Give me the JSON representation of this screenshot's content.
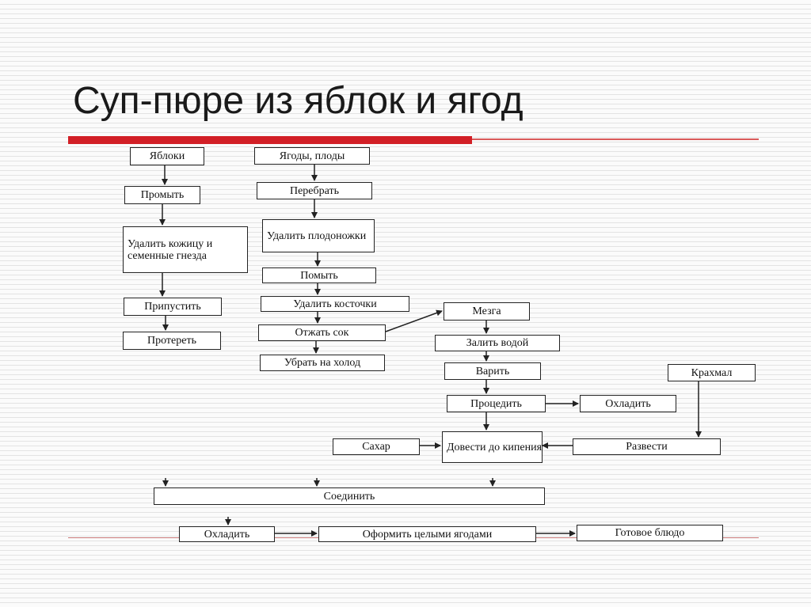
{
  "slide": {
    "title": "Суп-пюре из яблок и ягод"
  },
  "diagram": {
    "apples": "Яблоки",
    "wash_apples": "Промыть",
    "remove_skin": "Удалить кожицу и семенные гнезда",
    "poach": "Припустить",
    "rub": "Протереть",
    "berries": "Ягоды, плоды",
    "sort": "Перебрать",
    "remove_stems": "Удалить плодоножки",
    "wash_berries": "Помыть",
    "remove_pits": "Удалить косточки",
    "squeeze_juice": "Отжать сок",
    "chill": "Убрать на холод",
    "pulp": "Мезга",
    "add_water": "Залить водой",
    "boil": "Варить",
    "strain": "Процедить",
    "cool": "Охладить",
    "starch": "Крахмал",
    "dilute": "Развести",
    "sugar": "Сахар",
    "bring_to_boil": "Довести до кипения",
    "combine": "Соединить",
    "cool_final": "Охладить",
    "garnish": "Оформить целыми ягодами",
    "ready_dish": "Готовое блюдо"
  },
  "colors": {
    "accent": "#d21f26",
    "line": "#222222"
  }
}
